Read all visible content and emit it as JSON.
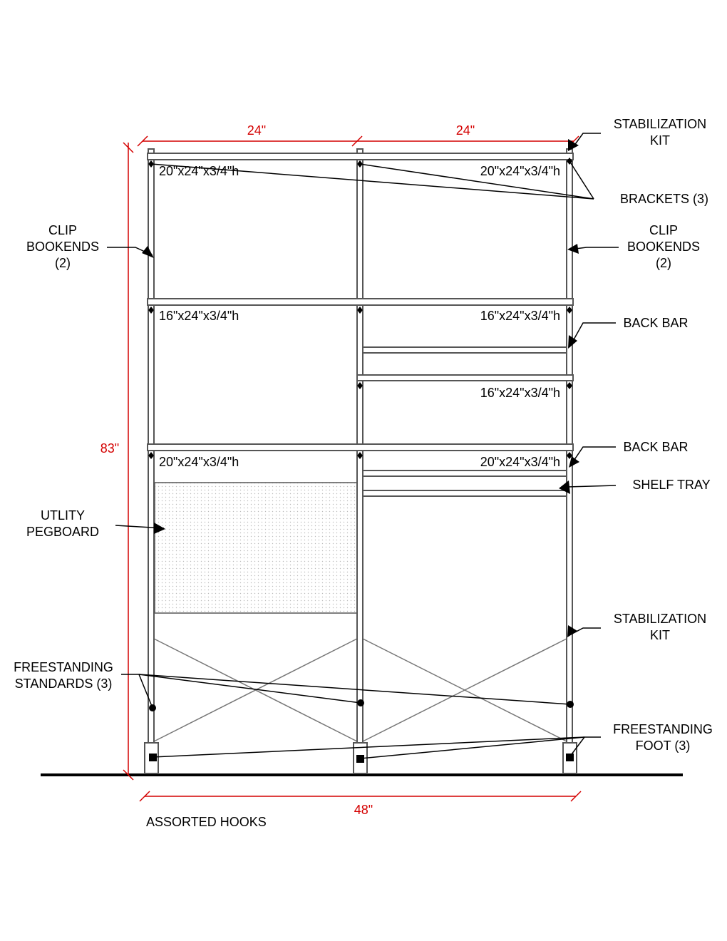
{
  "dimensions": {
    "width_left": "24\"",
    "width_right": "24\"",
    "height_total": "83\"",
    "width_total": "48\""
  },
  "shelf_labels": {
    "top_left": "20\"x24\"x3/4\"h",
    "top_right": "20\"x24\"x3/4\"h",
    "mid_left": "16\"x24\"x3/4\"h",
    "mid_right": "16\"x24\"x3/4\"h",
    "mid_right_lower": "16\"x24\"x3/4\"h",
    "low_left": "20\"x24\"x3/4\"h",
    "low_right": "20\"x24\"x3/4\"h"
  },
  "callouts": {
    "stabilization_top_1": "STABILIZATION",
    "stabilization_top_2": "KIT",
    "brackets": "BRACKETS (3)",
    "clip_left_1": "CLIP",
    "clip_left_2": "BOOKENDS",
    "clip_left_3": "(2)",
    "clip_right_1": "CLIP",
    "clip_right_2": "BOOKENDS",
    "clip_right_3": "(2)",
    "back_bar_1": "BACK BAR",
    "back_bar_2": "BACK BAR",
    "shelf_tray": "SHELF TRAY",
    "pegboard_1": "UTLITY",
    "pegboard_2": "PEGBOARD",
    "stabilization_bottom_1": "STABILIZATION",
    "stabilization_bottom_2": "KIT",
    "standards_1": "FREESTANDING",
    "standards_2": "STANDARDS (3)",
    "foot_1": "FREESTANDING",
    "foot_2": "FOOT (3)",
    "hooks": "ASSORTED HOOKS"
  },
  "colors": {
    "dimension": "#d40000",
    "line": "#000000",
    "frame": "#555555"
  }
}
